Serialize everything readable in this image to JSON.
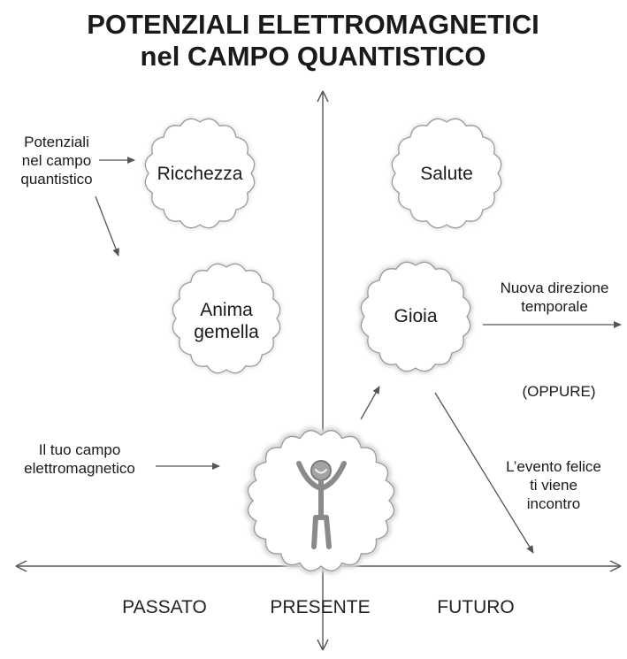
{
  "title": {
    "line1": "POTENZIALI ELETTROMAGNETICI",
    "line2": "nel CAMPO QUANTISTICO"
  },
  "clouds": {
    "wealth": "Ricchezza",
    "health": "Salute",
    "soulmate": [
      "Anima",
      "gemella"
    ],
    "joy": "Gioia"
  },
  "notes": {
    "potentials": [
      "Potenziali",
      "nel campo",
      "quantistico"
    ],
    "your_field": [
      "Il tuo campo",
      "elettromagnetico"
    ],
    "new_direction": [
      "Nuova direzione",
      "temporale"
    ],
    "or": "(OPPURE)",
    "event": [
      "L’evento felice",
      "ti viene",
      "incontro"
    ]
  },
  "axis": {
    "past": "PASSATO",
    "present": "PRESENTE",
    "future": "FUTURO"
  },
  "icons": {
    "person": "person-arms-raised-icon"
  },
  "colors": {
    "text": "#1a1a1a",
    "line": "#555555",
    "cloud_stroke": "#9a9a9a",
    "cloud_glow": "#d9d9d9",
    "figure": "#8a8a8a"
  }
}
